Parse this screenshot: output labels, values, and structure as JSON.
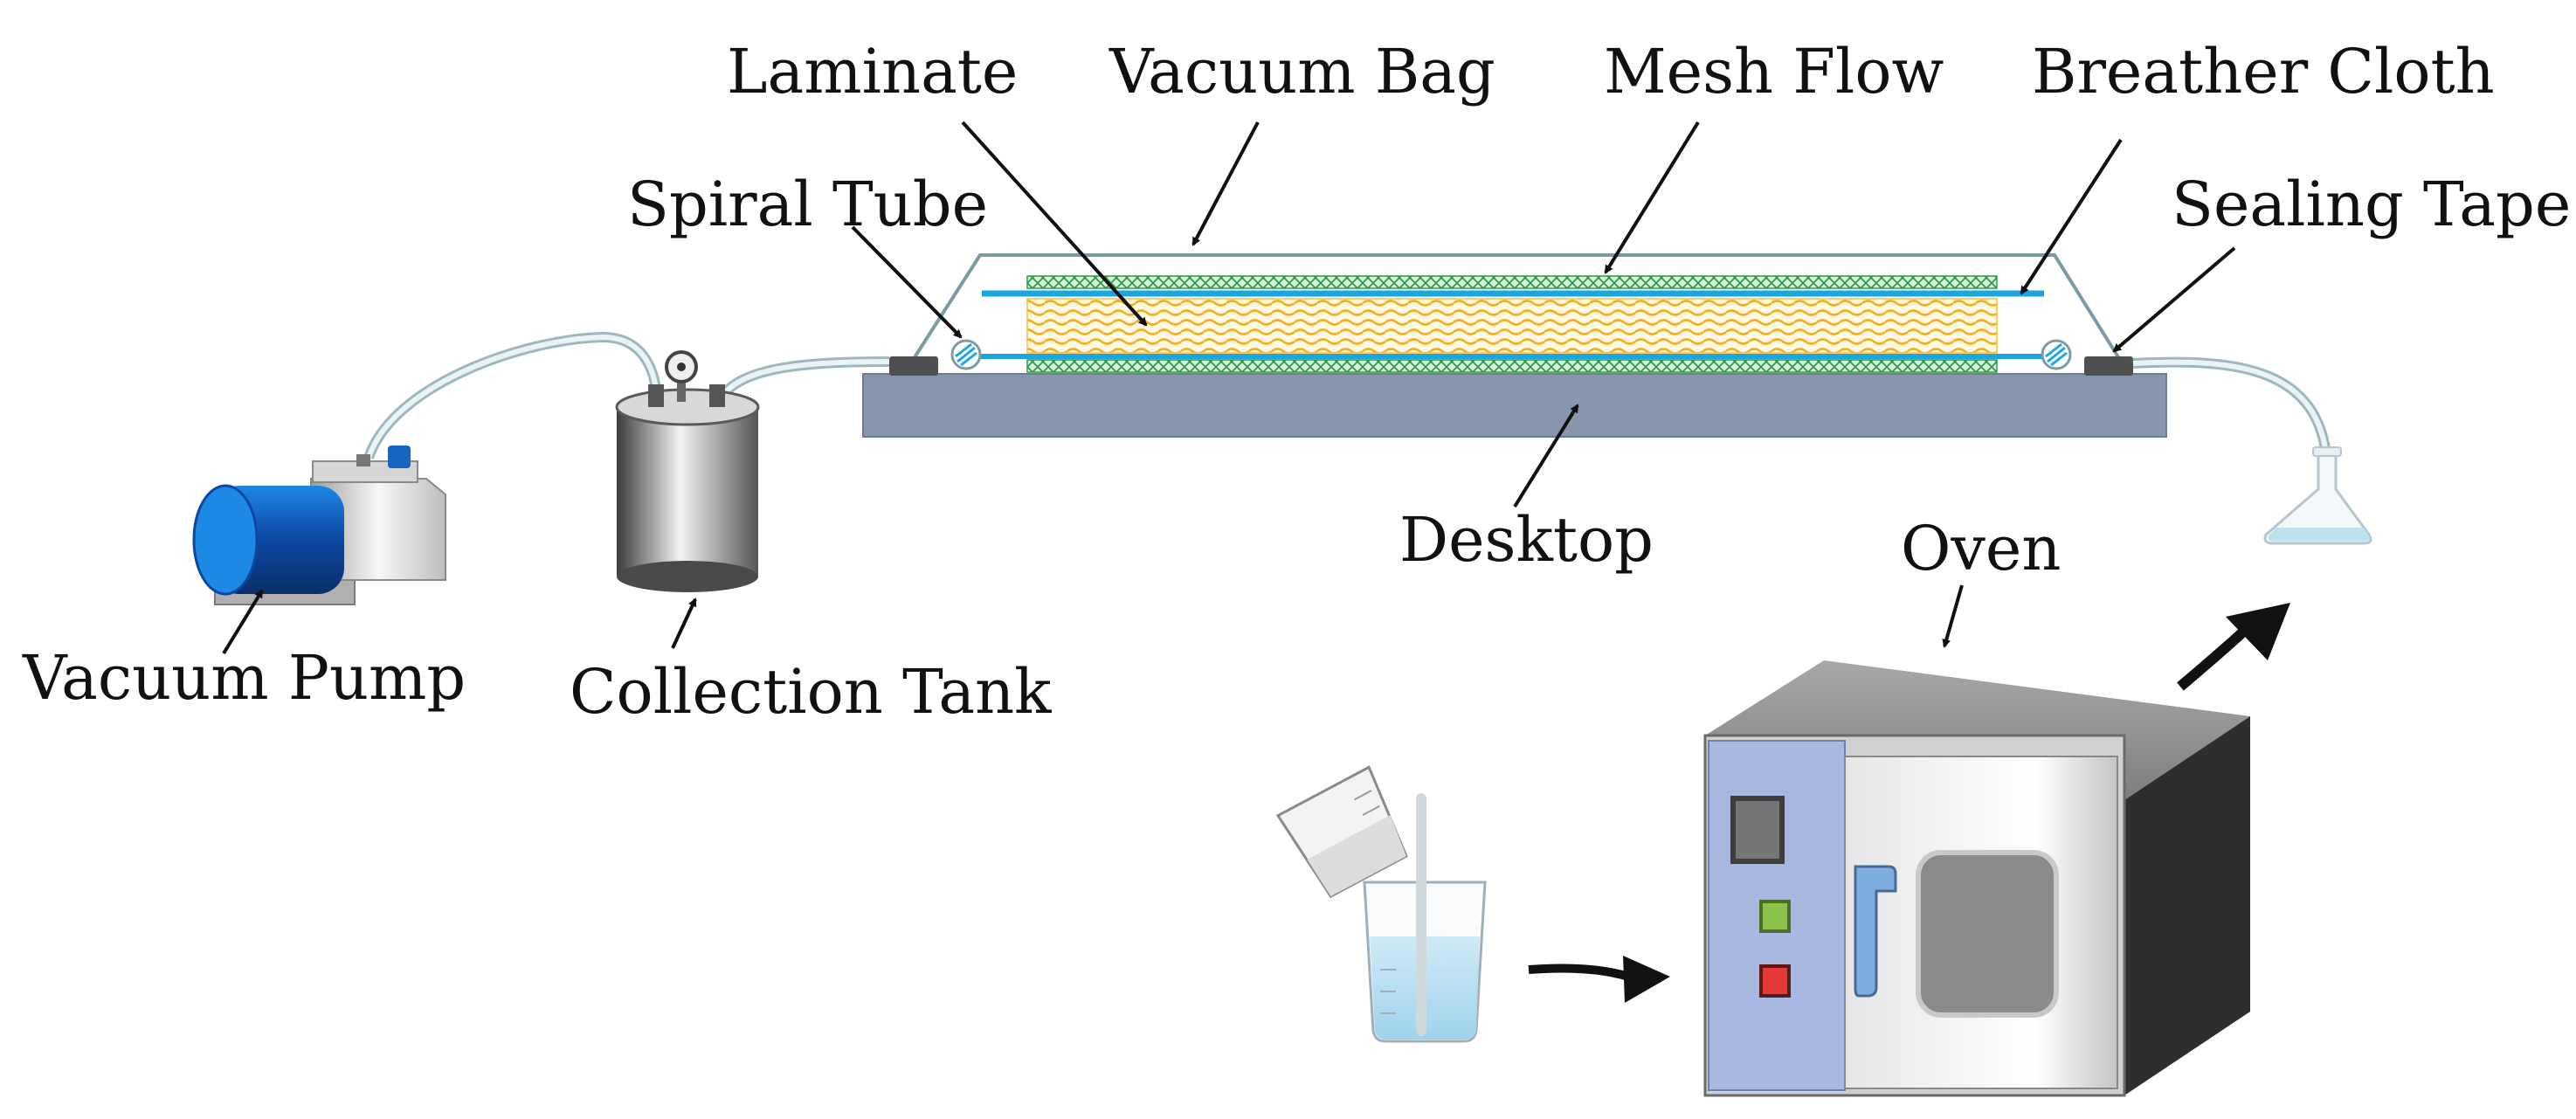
{
  "labels": {
    "laminate": "Laminate",
    "vacuum_bag": "Vacuum Bag",
    "mesh_flow": "Mesh Flow",
    "breather_cloth": "Breather Cloth",
    "spiral_tube": "Spiral Tube",
    "sealing_tape": "Sealing Tape",
    "desktop": "Desktop",
    "oven": "Oven",
    "vacuum_pump": "Vacuum Pump",
    "collection_tank": "Collection Tank"
  },
  "colors": {
    "desktop": "#8796ad",
    "laminate": "#f2c13a",
    "mesh": "#2f9a4a",
    "breather_line": "#1ba6e0",
    "pump_motor": "#1565c0",
    "oven_panel": "#a7b7e0",
    "indicator_green": "#8bc34a",
    "indicator_red": "#e53935"
  }
}
